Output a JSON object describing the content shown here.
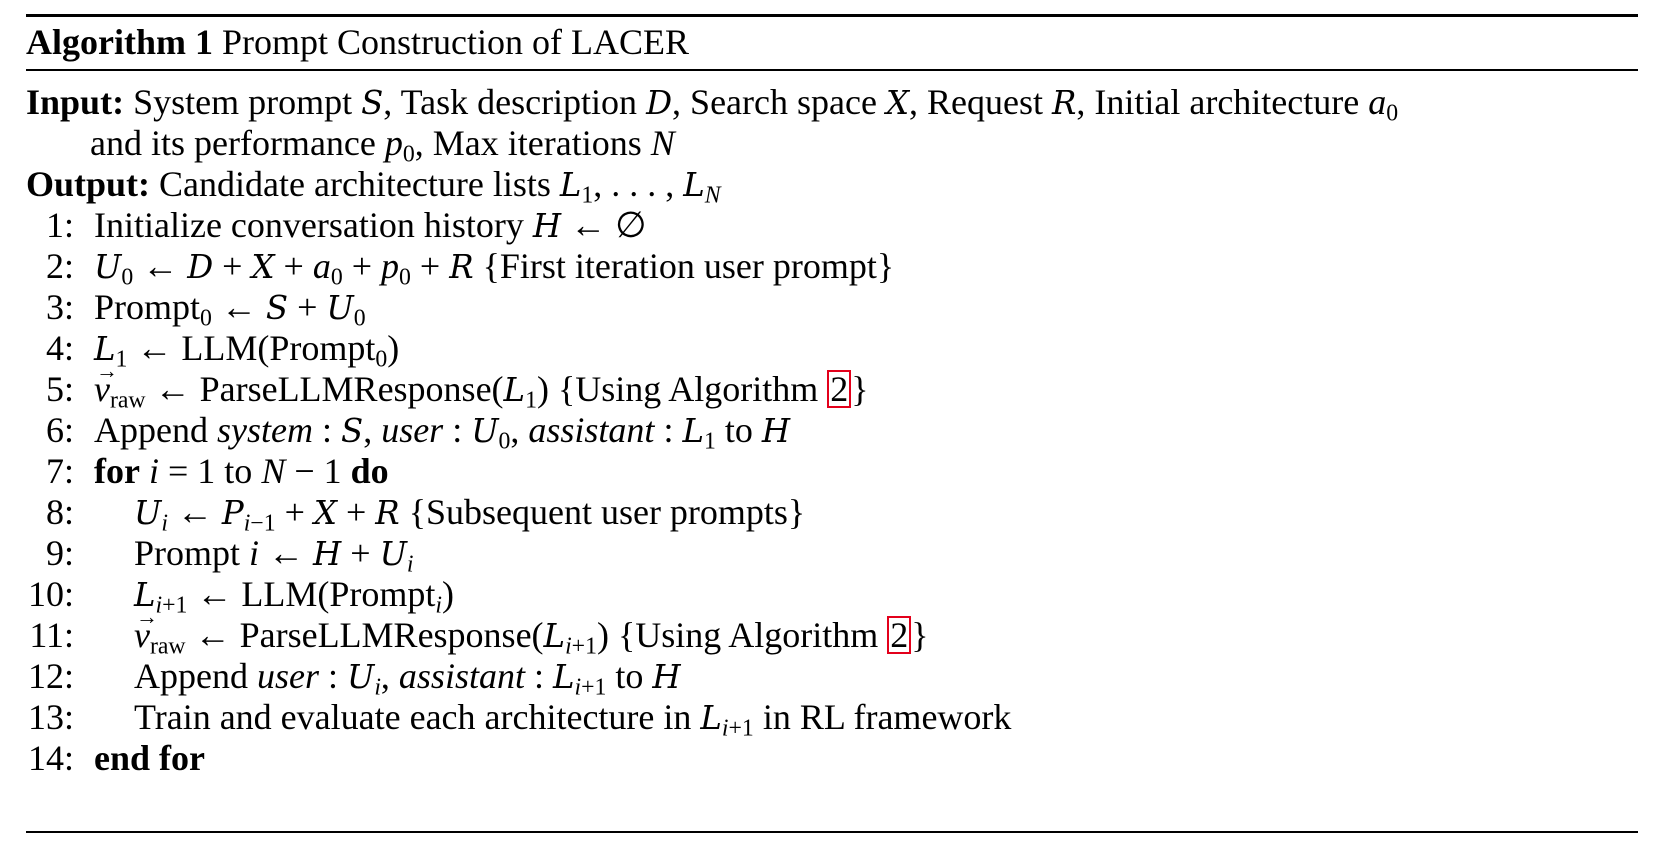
{
  "algorithm": {
    "label": "Algorithm 1",
    "title": "Prompt Construction of LACER",
    "input_label": "Input:",
    "input_text_1": " System prompt ",
    "input_text_2": ", Task description ",
    "input_text_3": ", Search space ",
    "input_text_4": ", Request ",
    "input_text_5": ", Initial architecture ",
    "input_cont_1": "and its performance ",
    "input_cont_2": ", Max iterations ",
    "output_label": "Output:",
    "output_text": " Candidate architecture lists ",
    "ref_number": "2",
    "lines": [
      {
        "no": "1:",
        "t1": "Initialize conversation history "
      },
      {
        "no": "2:",
        "comment": " {First iteration user prompt}"
      },
      {
        "no": "3:",
        "word": "Prompt"
      },
      {
        "no": "4:",
        "word": "LLM(Prompt"
      },
      {
        "no": "5:",
        "word": "ParseLLMResponse(",
        "comment": " {Using Algorithm "
      },
      {
        "no": "6:",
        "word": "Append ",
        "kw1": "system",
        "kw2": "user",
        "kw3": "assistant",
        "to": " to "
      },
      {
        "no": "7:",
        "kw_for": "for",
        "to": " to ",
        "kw_do": "do"
      },
      {
        "no": "8:",
        "comment": " {Subsequent user prompts}"
      },
      {
        "no": "9:",
        "word": "Prompt "
      },
      {
        "no": "10:",
        "word": "LLM(Prompt"
      },
      {
        "no": "11:",
        "word": "ParseLLMResponse(",
        "comment": " {Using Algorithm "
      },
      {
        "no": "12:",
        "word": "Append ",
        "kw1": "user",
        "kw2": "assistant",
        "to": " to "
      },
      {
        "no": "13:",
        "t1": "Train and evaluate each architecture in ",
        "t2": " in RL framework"
      },
      {
        "no": "14:",
        "kw_end": "end for"
      }
    ]
  },
  "colors": {
    "text": "#000000",
    "reference_box": "#e3001b"
  }
}
